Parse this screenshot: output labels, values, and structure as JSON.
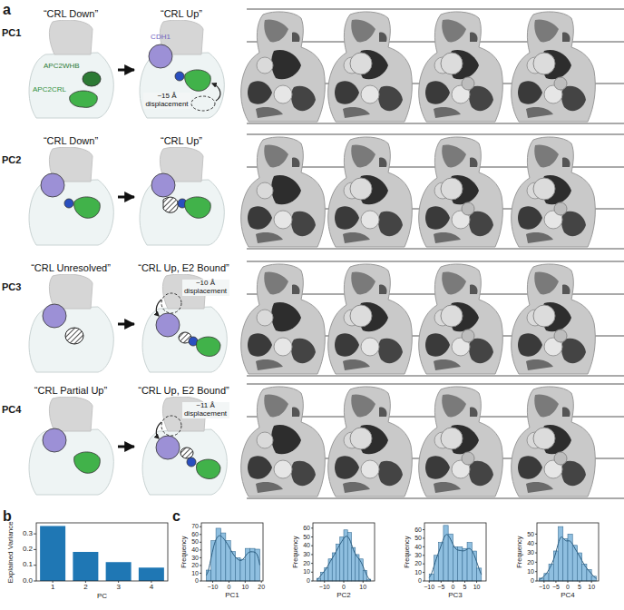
{
  "diagram": {
    "nodes": [
      {
        "text": [
          "“CRL Down”"
        ]
      },
      {
        "text": [
          "APC2WHB"
        ],
        "in": 0
      },
      {
        "text": [
          "APC2CRL"
        ],
        "in": 0
      },
      {
        "text": [
          "“CRL Up”",
          "~15 Å displacement"
        ]
      },
      {
        "text": [
          "CDH1"
        ],
        "in": 3
      },
      {
        "text": [
          "“CRL Down”"
        ]
      },
      {
        "text": [
          "“CRL Up”"
        ]
      },
      {
        "text": [
          "“CRL Unresolved”"
        ]
      },
      {
        "text": [
          "“CRL Up, E2 Bound”",
          "~10 Å displacement"
        ]
      },
      {
        "text": [
          "“CRL Partial Up”"
        ]
      },
      {
        "text": [
          "“CRL Up, E2 Bound”",
          "~11 Å displacement"
        ]
      }
    ],
    "edges": [
      {
        "from": 0,
        "to": 3,
        "arrow": "to"
      },
      {
        "from": 5,
        "to": 6,
        "arrow": "to"
      },
      {
        "from": 7,
        "to": 8,
        "arrow": "to"
      },
      {
        "from": 9,
        "to": 10,
        "arrow": "to"
      }
    ],
    "labels": [
      "a",
      "PC1",
      "PC2",
      "PC3",
      "PC4",
      "b",
      "Explained Variance",
      "0.0",
      "0.1",
      "0.2",
      "0.3",
      "1",
      "2",
      "3",
      "4",
      "PC",
      "c",
      "Frequency",
      "0",
      "10",
      "20",
      "30",
      "40",
      "50",
      "60",
      "70",
      "−10",
      "0",
      "10",
      "20",
      "PC1",
      "Frequency",
      "0",
      "10",
      "20",
      "30",
      "40",
      "50",
      "60",
      "−10",
      "0",
      "10",
      "PC2",
      "Frequency",
      "0",
      "10",
      "20",
      "30",
      "40",
      "50",
      "60",
      "−10",
      "−5",
      "0",
      "5",
      "10",
      "PC3",
      "Frequency",
      "0",
      "10",
      "20",
      "30",
      "40",
      "50",
      "−10",
      "−5",
      "0",
      "5",
      "10",
      "PC4"
    ]
  }
}
